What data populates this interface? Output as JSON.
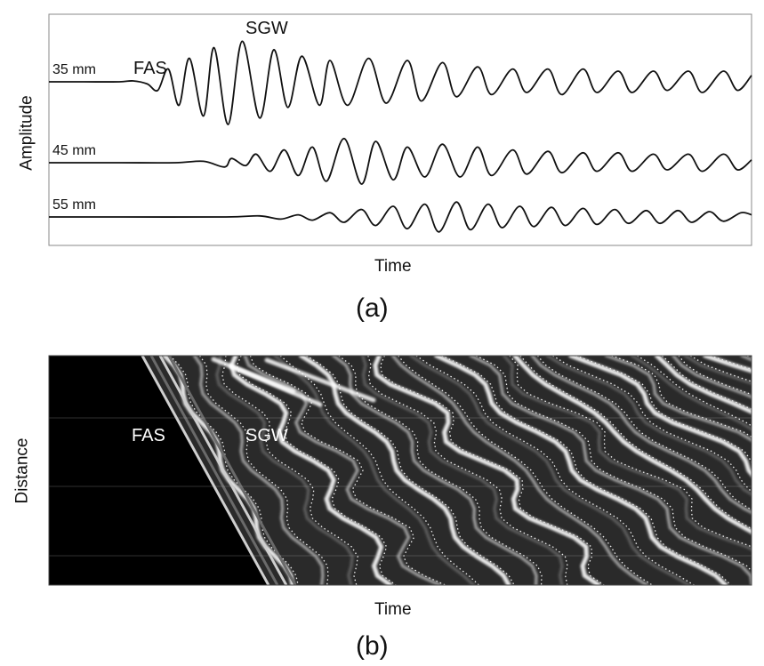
{
  "chart_data": [
    {
      "type": "line",
      "panel": "(a)",
      "xlabel": "Time",
      "ylabel": "Amplitude",
      "x_range": [
        0,
        1
      ],
      "series": [
        {
          "name": "35 mm",
          "values": [
            [
              0.0,
              0
            ],
            [
              0.05,
              0
            ],
            [
              0.1,
              0
            ],
            [
              0.12,
              0.02
            ],
            [
              0.14,
              -0.05
            ],
            [
              0.155,
              -0.2
            ],
            [
              0.17,
              0.3
            ],
            [
              0.185,
              -0.55
            ],
            [
              0.2,
              0.55
            ],
            [
              0.22,
              -0.8
            ],
            [
              0.235,
              0.8
            ],
            [
              0.255,
              -1.0
            ],
            [
              0.275,
              0.95
            ],
            [
              0.3,
              -0.85
            ],
            [
              0.32,
              0.75
            ],
            [
              0.34,
              -0.6
            ],
            [
              0.36,
              0.6
            ],
            [
              0.385,
              -0.55
            ],
            [
              0.4,
              0.5
            ],
            [
              0.425,
              -0.55
            ],
            [
              0.455,
              0.55
            ],
            [
              0.48,
              -0.5
            ],
            [
              0.51,
              0.5
            ],
            [
              0.53,
              -0.45
            ],
            [
              0.56,
              0.45
            ],
            [
              0.58,
              -0.35
            ],
            [
              0.61,
              0.35
            ],
            [
              0.63,
              -0.3
            ],
            [
              0.66,
              0.3
            ],
            [
              0.68,
              -0.25
            ],
            [
              0.71,
              0.3
            ],
            [
              0.73,
              -0.3
            ],
            [
              0.76,
              0.3
            ],
            [
              0.78,
              -0.25
            ],
            [
              0.81,
              0.25
            ],
            [
              0.83,
              -0.25
            ],
            [
              0.86,
              0.25
            ],
            [
              0.88,
              -0.2
            ],
            [
              0.91,
              0.25
            ],
            [
              0.93,
              -0.25
            ],
            [
              0.96,
              0.25
            ],
            [
              0.98,
              -0.2
            ],
            [
              1.0,
              0.15
            ]
          ]
        },
        {
          "name": "45 mm",
          "values": [
            [
              0.0,
              0
            ],
            [
              0.1,
              0
            ],
            [
              0.18,
              0
            ],
            [
              0.22,
              0.05
            ],
            [
              0.25,
              -0.15
            ],
            [
              0.26,
              0.15
            ],
            [
              0.28,
              -0.1
            ],
            [
              0.295,
              0.3
            ],
            [
              0.315,
              -0.3
            ],
            [
              0.335,
              0.45
            ],
            [
              0.355,
              -0.45
            ],
            [
              0.375,
              0.55
            ],
            [
              0.395,
              -0.65
            ],
            [
              0.42,
              0.85
            ],
            [
              0.445,
              -0.75
            ],
            [
              0.465,
              0.75
            ],
            [
              0.49,
              -0.6
            ],
            [
              0.51,
              0.55
            ],
            [
              0.535,
              -0.5
            ],
            [
              0.56,
              0.65
            ],
            [
              0.585,
              -0.5
            ],
            [
              0.61,
              0.55
            ],
            [
              0.63,
              -0.45
            ],
            [
              0.66,
              0.45
            ],
            [
              0.68,
              -0.4
            ],
            [
              0.71,
              0.4
            ],
            [
              0.73,
              -0.35
            ],
            [
              0.76,
              0.35
            ],
            [
              0.78,
              -0.3
            ],
            [
              0.81,
              0.35
            ],
            [
              0.83,
              -0.3
            ],
            [
              0.86,
              0.3
            ],
            [
              0.88,
              -0.25
            ],
            [
              0.91,
              0.3
            ],
            [
              0.93,
              -0.3
            ],
            [
              0.96,
              0.3
            ],
            [
              0.98,
              -0.25
            ],
            [
              1.0,
              0.1
            ]
          ]
        },
        {
          "name": "55 mm",
          "values": [
            [
              0.0,
              0
            ],
            [
              0.1,
              0
            ],
            [
              0.25,
              0
            ],
            [
              0.3,
              0.05
            ],
            [
              0.33,
              -0.1
            ],
            [
              0.355,
              0.1
            ],
            [
              0.375,
              -0.15
            ],
            [
              0.4,
              0.2
            ],
            [
              0.42,
              -0.25
            ],
            [
              0.445,
              0.35
            ],
            [
              0.465,
              -0.4
            ],
            [
              0.49,
              0.5
            ],
            [
              0.51,
              -0.55
            ],
            [
              0.535,
              0.6
            ],
            [
              0.555,
              -0.7
            ],
            [
              0.58,
              0.7
            ],
            [
              0.6,
              -0.6
            ],
            [
              0.625,
              0.6
            ],
            [
              0.645,
              -0.5
            ],
            [
              0.67,
              0.5
            ],
            [
              0.69,
              -0.45
            ],
            [
              0.715,
              0.45
            ],
            [
              0.735,
              -0.4
            ],
            [
              0.76,
              0.4
            ],
            [
              0.78,
              -0.35
            ],
            [
              0.805,
              0.35
            ],
            [
              0.825,
              -0.3
            ],
            [
              0.85,
              0.3
            ],
            [
              0.87,
              -0.3
            ],
            [
              0.895,
              0.3
            ],
            [
              0.915,
              -0.25
            ],
            [
              0.94,
              0.25
            ],
            [
              0.96,
              -0.2
            ],
            [
              0.985,
              0.2
            ],
            [
              1.0,
              0.1
            ]
          ]
        }
      ],
      "annotations": [
        "FAS",
        "SGW"
      ]
    },
    {
      "type": "heatmap",
      "panel": "(b)",
      "xlabel": "Time",
      "ylabel": "Distance",
      "colormap": "grayscale",
      "annotations": [
        "FAS",
        "SGW"
      ]
    }
  ]
}
